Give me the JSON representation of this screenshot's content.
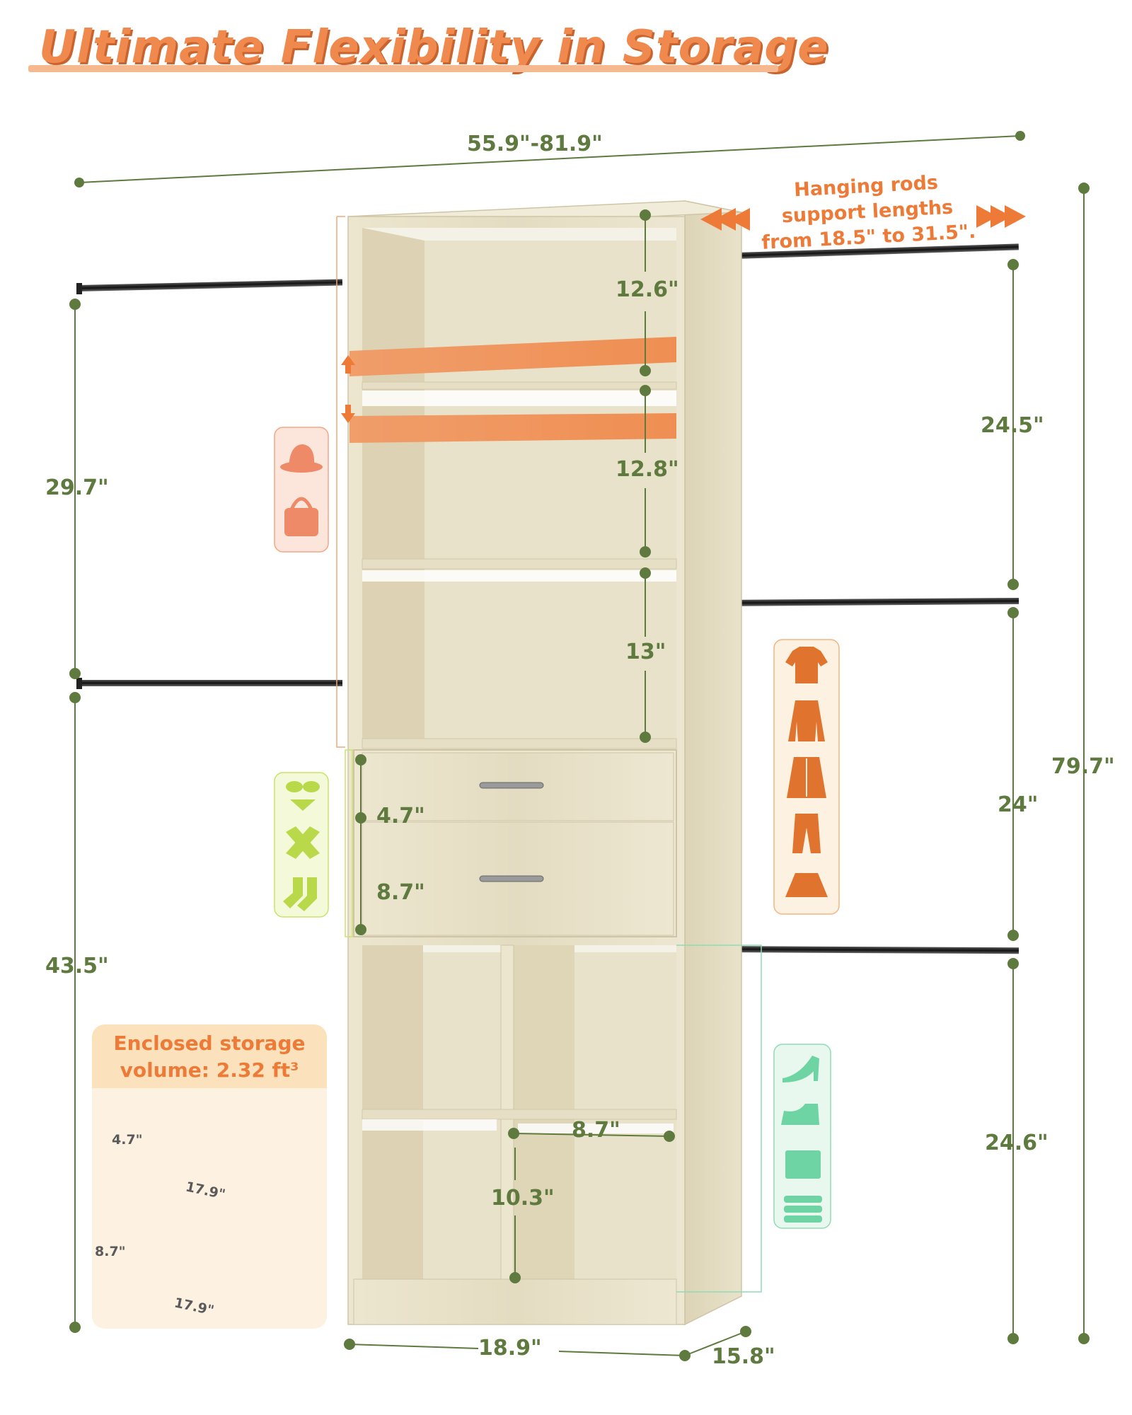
{
  "title": "Ultimate Flexibility in Storage",
  "dimensions": {
    "overall_width": "55.9\"-81.9\"",
    "overall_height": "79.7\"",
    "base_width": "18.9\"",
    "depth": "15.8\"",
    "left_upper_rod_span": "29.7\"",
    "left_lower_rod_span": "43.5\"",
    "right_upper_rod_span": "24.5\"",
    "right_middle_rod_span": "24\"",
    "right_lower_rod_span": "24.6\"",
    "shelf_top": "12.6\"",
    "shelf_middle": "12.8\"",
    "shelf_bottom": "13\"",
    "drawer_top": "4.7\"",
    "drawer_bottom": "8.7\"",
    "cubby_width": "8.7\"",
    "cubby_height": "10.3\""
  },
  "rod_note": {
    "line1": "Hanging rods",
    "line2": "support lengths",
    "line3": "from 18.5\" to 31.5\"."
  },
  "inset": {
    "title_line1": "Enclosed storage",
    "title_line2": "volume: 2.32 ft³",
    "drawer1_height": "4.7\"",
    "drawer1_width": "17.9\"",
    "drawer2_height": "8.7\"",
    "drawer2_width": "17.9\""
  },
  "icons": {
    "accessories": [
      "hat-icon",
      "handbag-icon"
    ],
    "clothing": [
      "tshirt-icon",
      "shirt-icon",
      "jacket-icon",
      "pants-icon",
      "skirt-icon"
    ],
    "underwear": [
      "bra-icon",
      "scarf-icon",
      "socks-icon"
    ],
    "footwear": [
      "heel-icon",
      "shoe-icon",
      "storage-box-icon",
      "folded-clothes-icon"
    ]
  },
  "colors": {
    "accent_orange": "#ee7a37",
    "dimension_green": "#5f7a3e",
    "wood": "#e7e0c8",
    "lime": "#c9e26a",
    "mint": "#8fdcb6"
  }
}
